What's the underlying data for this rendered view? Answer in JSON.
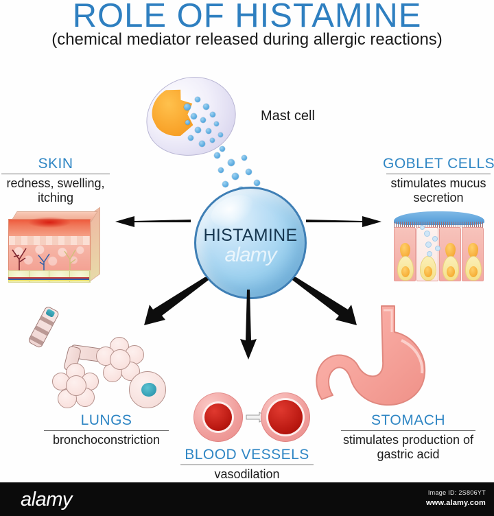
{
  "title": "ROLE OF HISTAMINE",
  "subtitle": "(chemical mediator released during allergic reactions)",
  "center": {
    "sphere_label": "HISTAMINE",
    "watermark": "alamy",
    "mast_cell_label": "Mast cell",
    "sphere_color": "#9ed2f0",
    "sphere_border_color": "#3f7fb5",
    "sphere_text_color": "#16364f"
  },
  "accent_color": "#2f86c4",
  "title_color": "#2e7fc0",
  "effects": [
    {
      "id": "skin",
      "heading": "SKIN",
      "description": "redness, swelling, itching",
      "position": "left"
    },
    {
      "id": "goblet-cells",
      "heading": "GOBLET CELLS",
      "description": "stimulates mucus secretion",
      "position": "right"
    },
    {
      "id": "lungs",
      "heading": "LUNGS",
      "description": "bronchoconstriction",
      "position": "bottom-left"
    },
    {
      "id": "blood-vessels",
      "heading": "BLOOD VESSELS",
      "description": "vasodilation",
      "position": "bottom-center"
    },
    {
      "id": "stomach",
      "heading": "STOMACH",
      "description": "stimulates production of gastric acid",
      "position": "bottom-right"
    }
  ],
  "arrows": [
    {
      "name": "arrow-to-skin",
      "direction": "left"
    },
    {
      "name": "arrow-to-goblet-cells",
      "direction": "right"
    },
    {
      "name": "arrow-to-lungs",
      "direction": "down-left"
    },
    {
      "name": "arrow-to-blood-vessels",
      "direction": "down"
    },
    {
      "name": "arrow-to-stomach",
      "direction": "down-right"
    },
    {
      "name": "vasodilation-arrow",
      "direction": "right"
    }
  ],
  "footer": {
    "brand": "alamy",
    "image_id": "Image ID: 2S806YT",
    "url": "www.alamy.com"
  }
}
